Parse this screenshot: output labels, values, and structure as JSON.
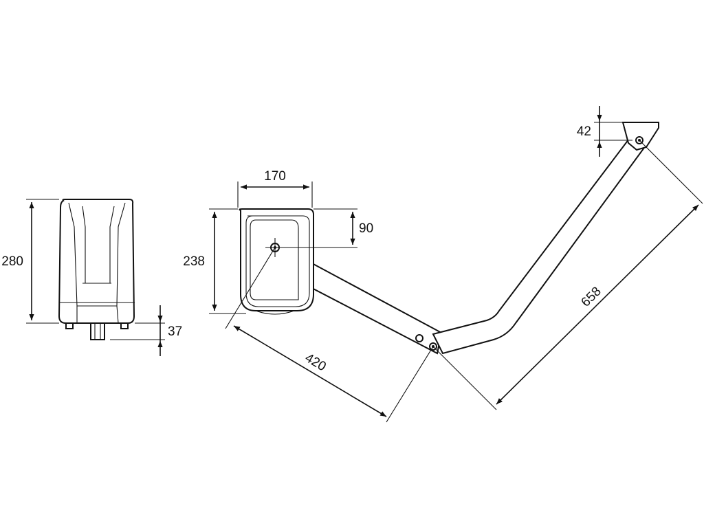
{
  "diagram": {
    "colors": {
      "line": "#111111",
      "background": "#ffffff"
    },
    "dimensions": {
      "front_height": "280",
      "front_bottom": "37",
      "side_width": "170",
      "side_height": "238",
      "side_pivot_drop": "90",
      "arm_bracket_height": "42",
      "arm_lower_length": "420",
      "arm_total_length": "658"
    }
  }
}
